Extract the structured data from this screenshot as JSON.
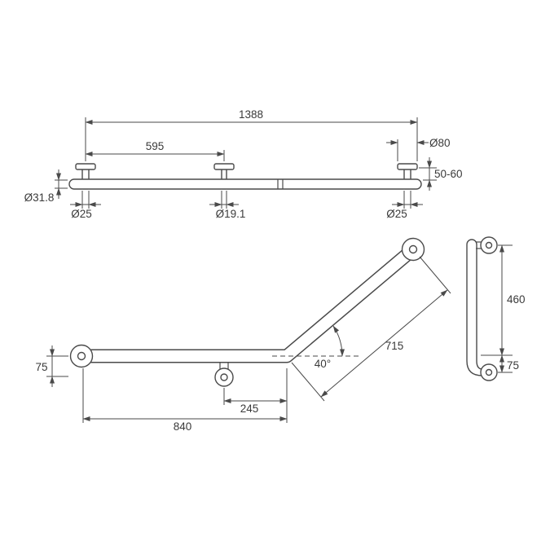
{
  "drawing": {
    "background": "#ffffff",
    "line_color": "#4a4a4a",
    "text_color": "#3a3a3a",
    "top_view": {
      "overall_length": "1388",
      "left_to_center_mount": "595",
      "flange_diameter": "Ø80",
      "mount_standoff": "50-60",
      "rail_diameter": "Ø31.8",
      "left_post_diameter": "Ø25",
      "center_post_diameter": "Ø19.1",
      "right_post_diameter": "Ø25"
    },
    "plan_view": {
      "rail_to_mount_offset": "75",
      "bend_angle": "40°",
      "angled_length": "715",
      "mount_to_bend": "245",
      "straight_length": "840"
    },
    "side_view": {
      "vertical_rise": "460",
      "lower_offset": "75"
    }
  }
}
